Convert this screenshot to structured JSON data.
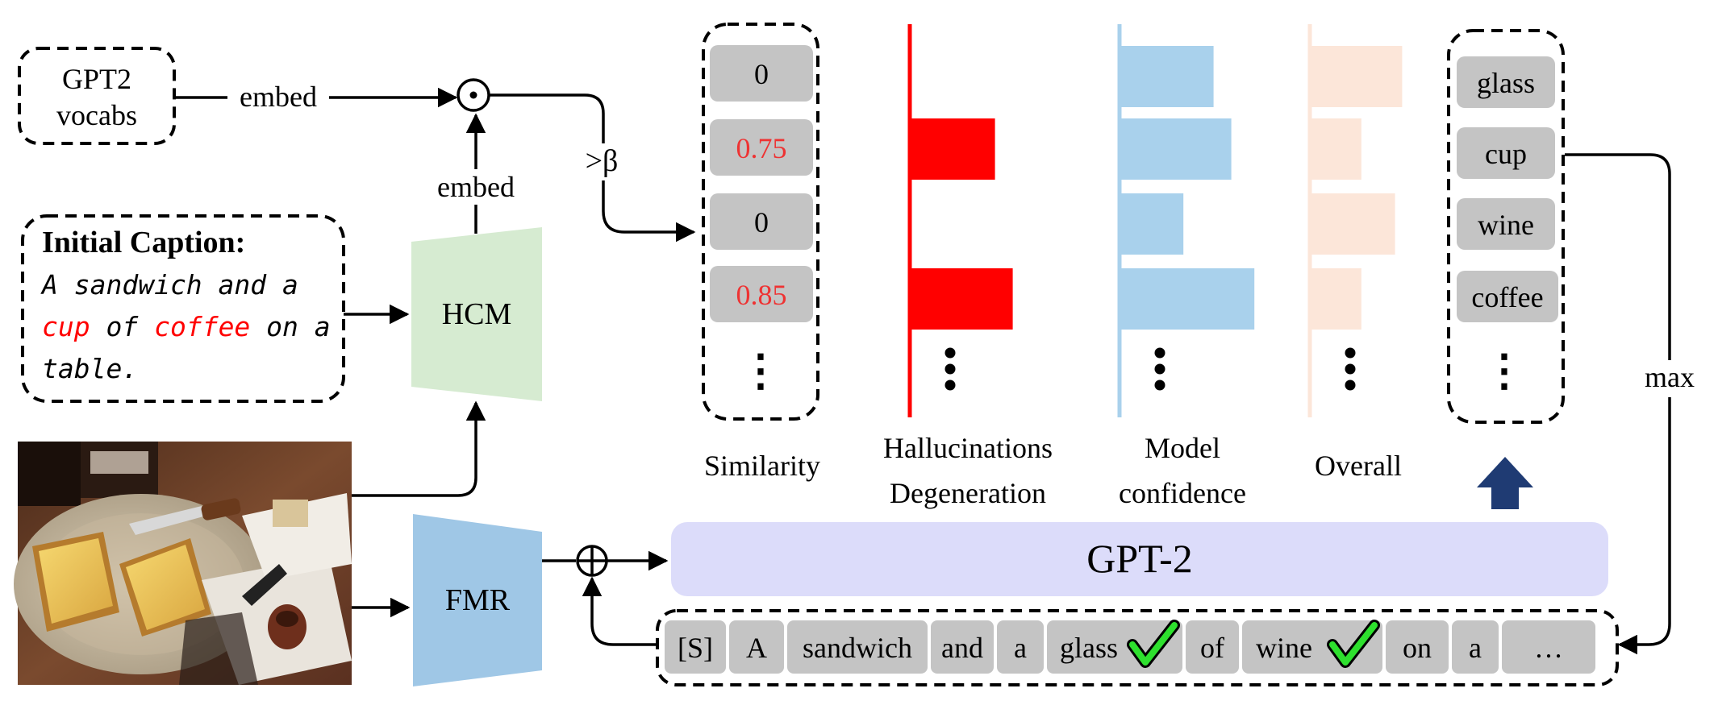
{
  "vocab_box": {
    "line1": "GPT2",
    "line2": "vocabs"
  },
  "labels": {
    "embed_top": "embed",
    "embed_mid": "embed",
    "beta": ">β",
    "max": "max",
    "odot": "⊙",
    "oplus": "⊕"
  },
  "caption": {
    "heading": "Initial Caption:",
    "line1": "A sandwich and a",
    "line2": [
      {
        "text": "cup",
        "color": "#ff0000"
      },
      {
        "text": " of ",
        "color": "#000000"
      },
      {
        "text": "coffee",
        "color": "#ff0000"
      },
      {
        "text": " on a",
        "color": "#000000"
      }
    ],
    "line3": "table."
  },
  "modules": {
    "hcm": "HCM",
    "fmr": "FMR",
    "gpt2": "GPT-2"
  },
  "similarity": {
    "values": [
      "0",
      "0.75",
      "0",
      "0.85"
    ],
    "highlight": [
      false,
      true,
      false,
      true
    ],
    "highlight_color": "#ee3333",
    "ellipsis": "⋮"
  },
  "bar_panels": [
    {
      "key": "halluc",
      "line1": "Hallucinations",
      "line2": "Degeneration",
      "color": "#ff0000",
      "values": [
        0,
        0.48,
        0,
        0.58
      ]
    },
    {
      "key": "conf",
      "line1": "Model",
      "line2": "confidence",
      "color": "#a9d1ec",
      "values": [
        0.53,
        0.63,
        0.36,
        0.76
      ]
    },
    {
      "key": "overall",
      "line1": "Overall",
      "line2": "",
      "color": "#fce6d9",
      "values": [
        0.52,
        0.29,
        0.48,
        0.29
      ]
    }
  ],
  "column_titles": {
    "similarity": "Similarity"
  },
  "candidates": [
    "glass",
    "cup",
    "wine",
    "coffee"
  ],
  "token_sequence": [
    {
      "text": "[S]",
      "check": false
    },
    {
      "text": "A",
      "check": false
    },
    {
      "text": "sandwich",
      "check": false
    },
    {
      "text": "and",
      "check": false
    },
    {
      "text": "a",
      "check": false
    },
    {
      "text": "glass",
      "check": true
    },
    {
      "text": "of",
      "check": false
    },
    {
      "text": "wine",
      "check": true
    },
    {
      "text": "on",
      "check": false
    },
    {
      "text": "a",
      "check": false
    },
    {
      "text": "…",
      "check": false
    }
  ],
  "image": {
    "label_text": "Illustration of sandwich toast on a plate with a pipe and book"
  },
  "colors": {
    "hcm_fill": "#d6ebd1",
    "fmr_fill": "#9fc7e6",
    "gpt2_fill": "#dcdcfa",
    "token_fill": "#c4c4c4",
    "check_green": "#2ee02e",
    "up_arrow": "#1f3b73"
  }
}
